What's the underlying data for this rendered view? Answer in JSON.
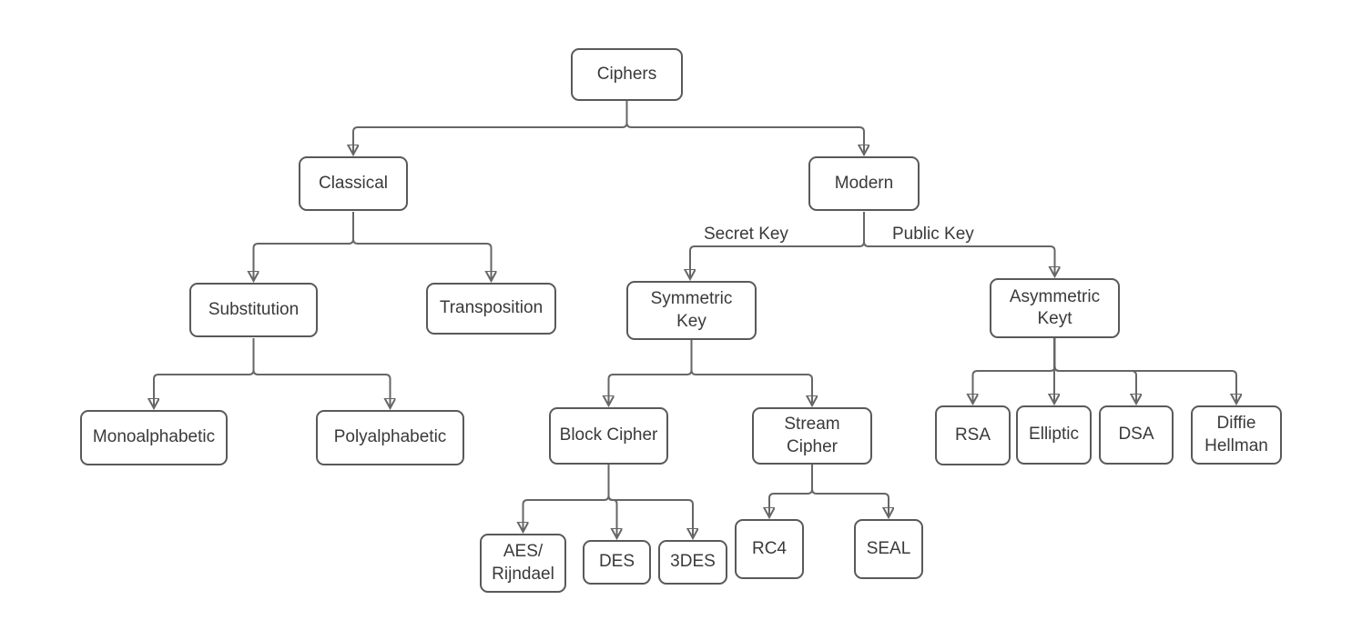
{
  "diagram": {
    "title": "Ciphers classification tree",
    "colors": {
      "background": "#ffffff",
      "box_border": "#595959",
      "box_fill": "#ffffff",
      "connector": "#666666",
      "text": "#3a3a3a"
    },
    "nodes": {
      "ciphers": {
        "label": "Ciphers"
      },
      "classical": {
        "label": "Classical"
      },
      "modern": {
        "label": "Modern"
      },
      "substitution": {
        "label": "Substitution"
      },
      "transposition": {
        "label": "Transposition"
      },
      "symmetric": {
        "label": "Symmetric\nKey"
      },
      "asymmetric": {
        "label": "Asymmetric\nKeyt"
      },
      "monoalphabetic": {
        "label": "Monoalphabetic"
      },
      "polyalphabetic": {
        "label": "Polyalphabetic"
      },
      "block": {
        "label": "Block Cipher"
      },
      "stream": {
        "label": "Stream\nCipher"
      },
      "aes": {
        "label": "AES/\nRijndael"
      },
      "des": {
        "label": "DES"
      },
      "tdes": {
        "label": "3DES"
      },
      "rc4": {
        "label": "RC4"
      },
      "seal": {
        "label": "SEAL"
      },
      "rsa": {
        "label": "RSA"
      },
      "elliptic": {
        "label": "Elliptic"
      },
      "dsa": {
        "label": "DSA"
      },
      "diffie": {
        "label": "Diffie\nHellman"
      }
    },
    "edge_labels": {
      "secret_key": "Secret Key",
      "public_key": "Public Key"
    },
    "edges": [
      {
        "from": "ciphers",
        "to": "classical"
      },
      {
        "from": "ciphers",
        "to": "modern"
      },
      {
        "from": "classical",
        "to": "substitution"
      },
      {
        "from": "classical",
        "to": "transposition"
      },
      {
        "from": "substitution",
        "to": "monoalphabetic"
      },
      {
        "from": "substitution",
        "to": "polyalphabetic"
      },
      {
        "from": "modern",
        "to": "symmetric",
        "label": "Secret Key"
      },
      {
        "from": "modern",
        "to": "asymmetric",
        "label": "Public Key"
      },
      {
        "from": "symmetric",
        "to": "block"
      },
      {
        "from": "symmetric",
        "to": "stream"
      },
      {
        "from": "block",
        "to": "aes"
      },
      {
        "from": "block",
        "to": "des"
      },
      {
        "from": "block",
        "to": "tdes"
      },
      {
        "from": "stream",
        "to": "rc4"
      },
      {
        "from": "stream",
        "to": "seal"
      },
      {
        "from": "asymmetric",
        "to": "rsa"
      },
      {
        "from": "asymmetric",
        "to": "elliptic"
      },
      {
        "from": "asymmetric",
        "to": "dsa"
      },
      {
        "from": "asymmetric",
        "to": "diffie"
      }
    ]
  }
}
